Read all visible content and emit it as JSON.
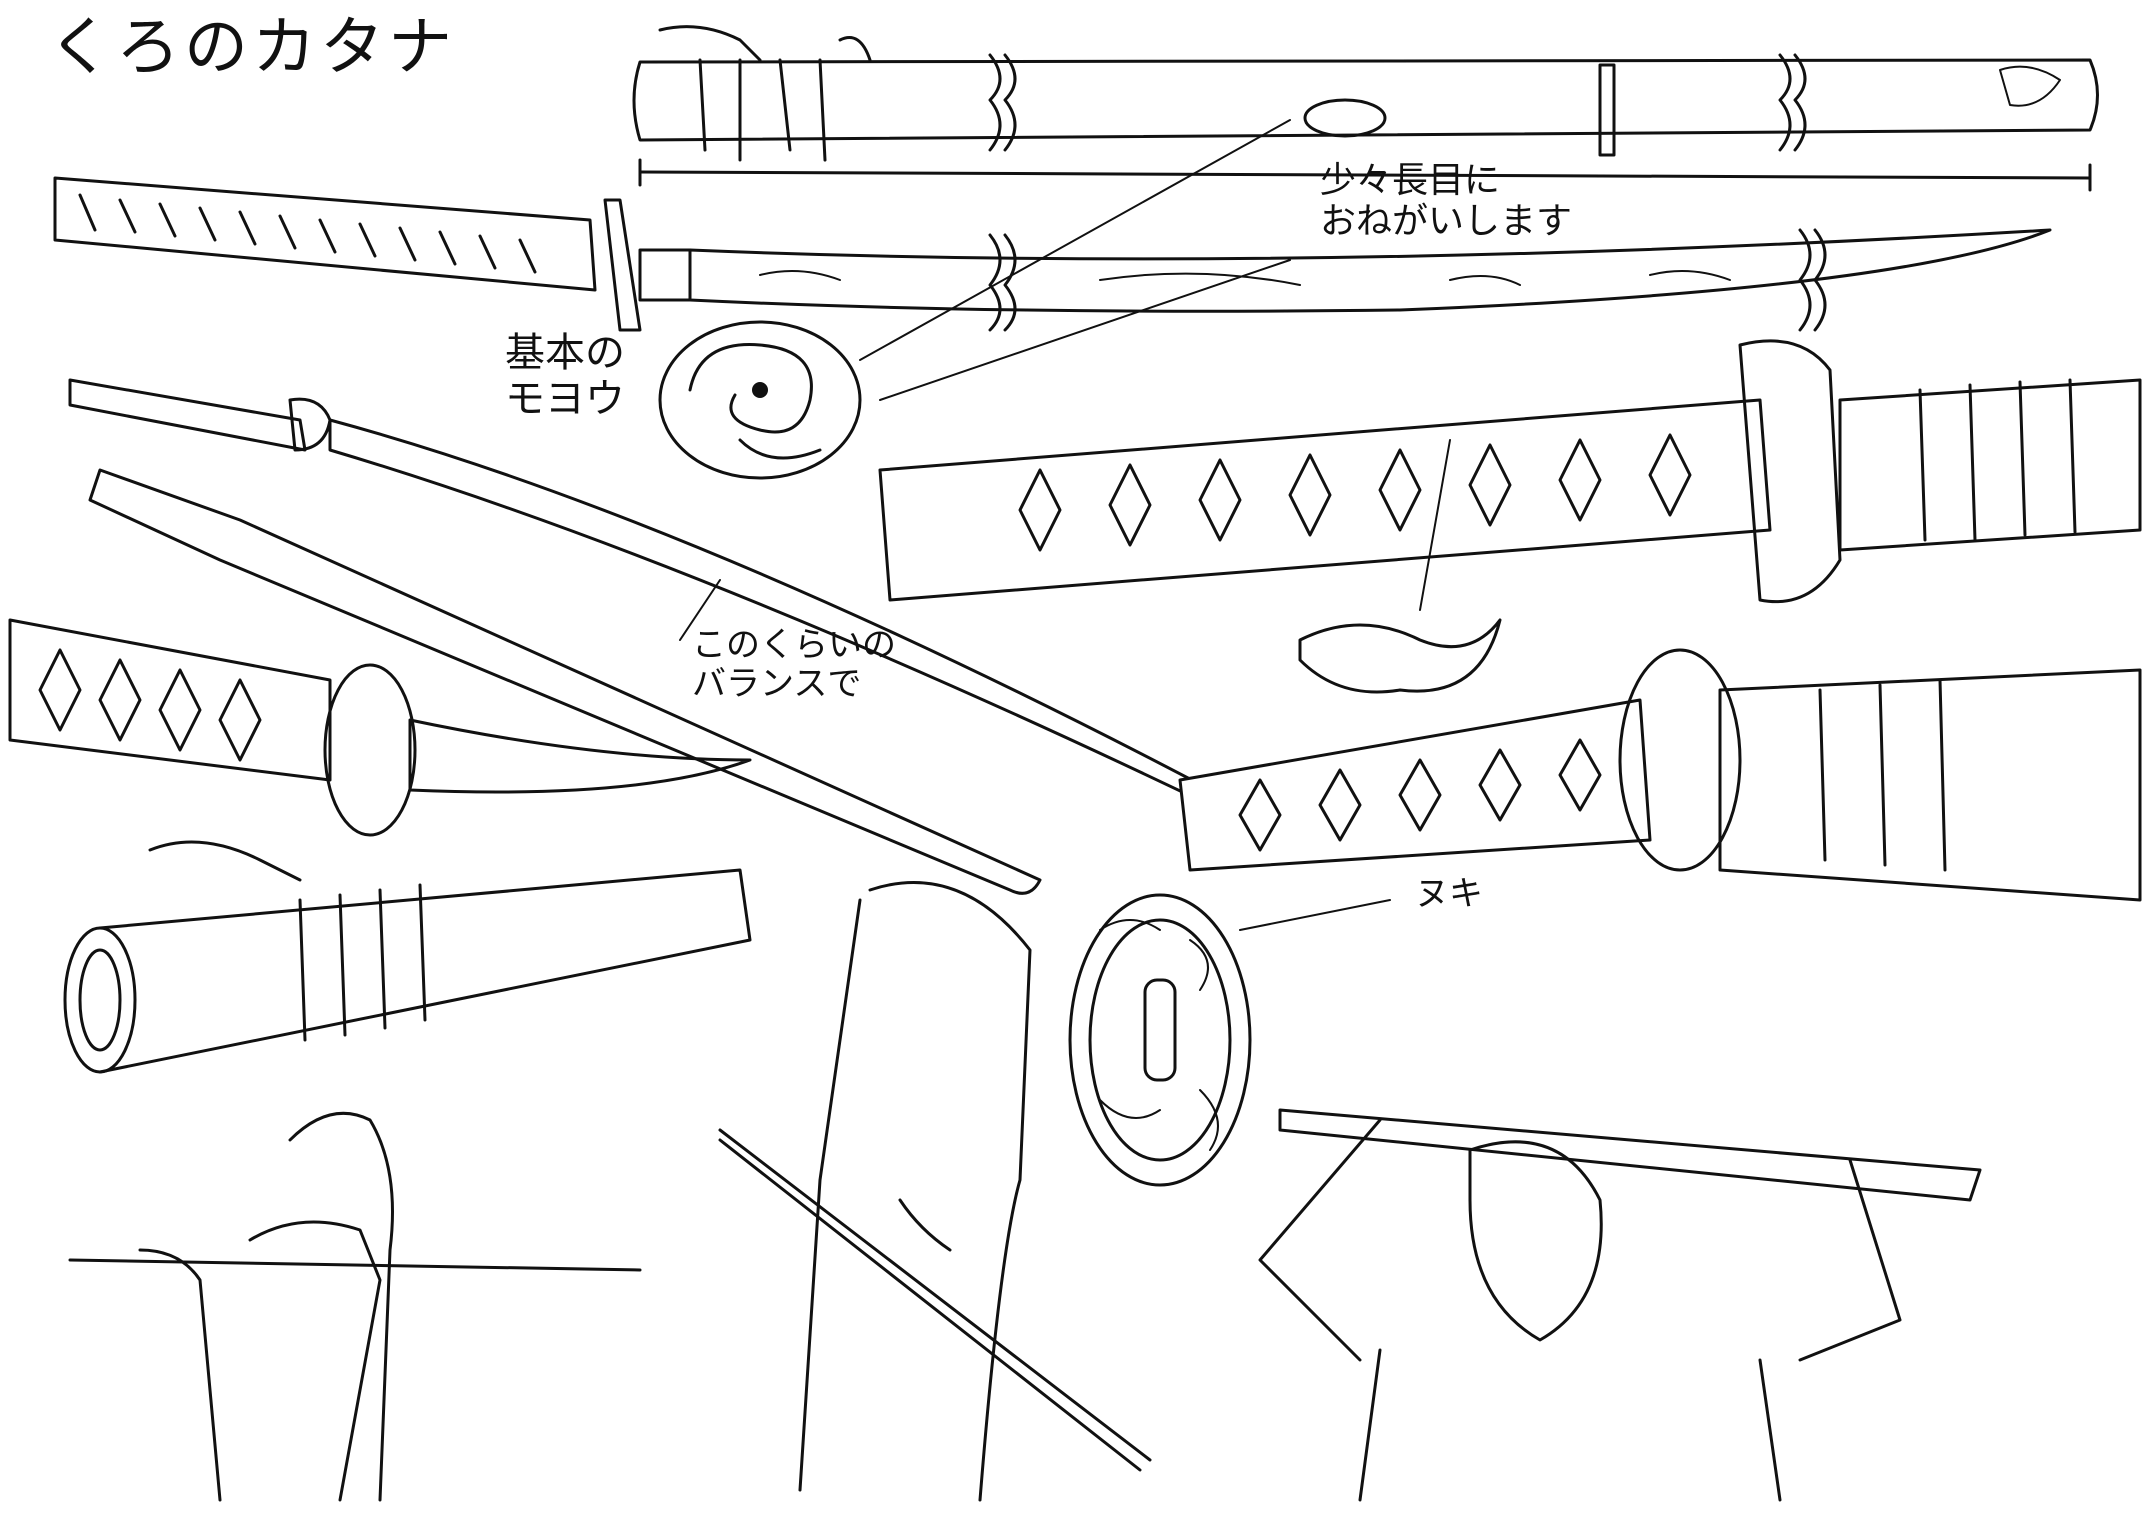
{
  "sheet": {
    "title": "くろのカタナ",
    "notes": {
      "length": "少々長目に\nおねがいします",
      "basic_pattern": "基本の\nモヨウ",
      "balance": "このくらいの\nバランスで",
      "nuki": "ヌキ"
    }
  },
  "colors": {
    "ink": "#111111",
    "paper": "#ffffff"
  },
  "icons": [
    "tomoe-motif-icon",
    "tsuba-guard-icon",
    "arrow-icon"
  ]
}
